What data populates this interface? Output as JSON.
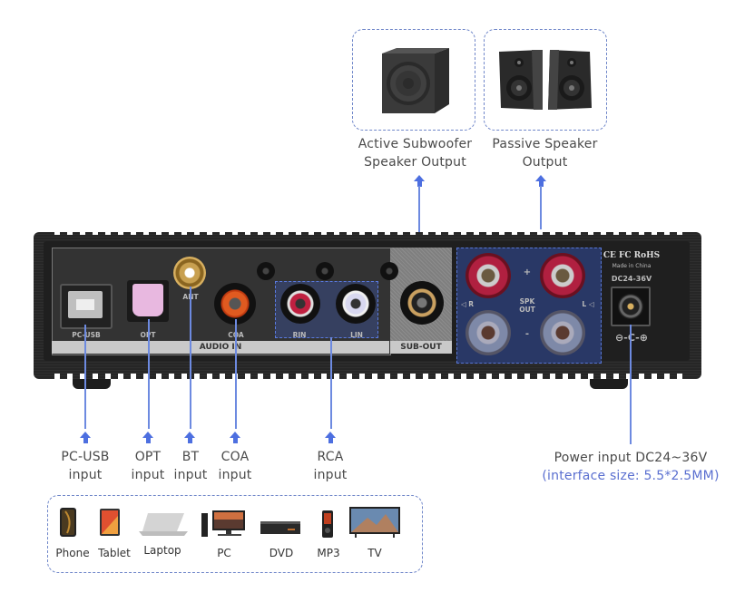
{
  "outputs": {
    "subwoofer": {
      "icon": "subwoofer-icon",
      "line1": "Active Subwoofer",
      "line2": "Speaker Output"
    },
    "passive": {
      "icon": "bookshelf-speakers-icon",
      "line1": "Passive Speaker",
      "line2": "Output"
    }
  },
  "device_panel": {
    "audio_in_label": "AUDIO IN",
    "sub_out_label": "SUB-OUT",
    "ports": {
      "pc_usb": "PC-USB",
      "opt": "OPT",
      "ant": "ANT",
      "coa": "COA",
      "rin": "RIN",
      "lin": "LIN"
    },
    "spk_out": {
      "line1": "SPK",
      "line2": "OUT",
      "plus": "+",
      "minus": "-",
      "right": "R",
      "left": "L"
    },
    "certs": "CE FC RoHS",
    "made_in": "Made in China",
    "dc_rating": "DC24-36V",
    "polarity": "⊖-C-⊕"
  },
  "inputs": [
    {
      "line1": "PC-USB",
      "line2": "input"
    },
    {
      "line1": "OPT",
      "line2": "input"
    },
    {
      "line1": "BT",
      "line2": "input"
    },
    {
      "line1": "COA",
      "line2": "input"
    },
    {
      "line1": "RCA",
      "line2": "input"
    }
  ],
  "power": {
    "line1": "Power input DC24~36V",
    "line2": "(interface size: 5.5*2.5MM)",
    "line2_color": "#5a6fd0"
  },
  "sources": [
    {
      "label": "Phone",
      "icon": "phone-icon"
    },
    {
      "label": "Tablet",
      "icon": "tablet-icon"
    },
    {
      "label": "Laptop",
      "icon": "laptop-icon"
    },
    {
      "label": "PC",
      "icon": "desktop-pc-icon"
    },
    {
      "label": "DVD",
      "icon": "dvd-player-icon"
    },
    {
      "label": "MP3",
      "icon": "mp3-player-icon"
    },
    {
      "label": "TV",
      "icon": "tv-icon"
    }
  ],
  "colors": {
    "accent": "#4d6fe0",
    "dash": "#6f86c9"
  }
}
